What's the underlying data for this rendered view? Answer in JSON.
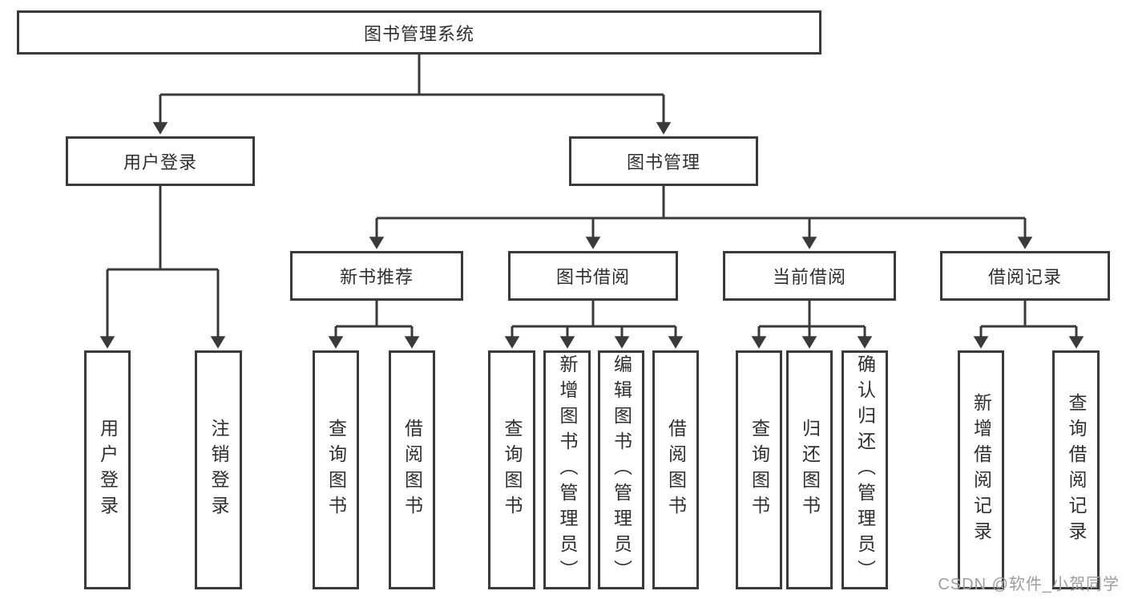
{
  "diagram": {
    "type": "tree",
    "title": "图书管理系统",
    "root": {
      "label": "图书管理系统"
    },
    "level2": [
      {
        "label": "用户登录"
      },
      {
        "label": "图书管理"
      }
    ],
    "level3": [
      {
        "label": "新书推荐"
      },
      {
        "label": "图书借阅"
      },
      {
        "label": "当前借阅"
      },
      {
        "label": "借阅记录"
      }
    ],
    "leaves": {
      "user_login": [
        {
          "label": "用户登录"
        },
        {
          "label": "注销登录"
        }
      ],
      "new_book": [
        {
          "label": "查询图书"
        },
        {
          "label": "借阅图书"
        }
      ],
      "book_borrow": [
        {
          "label": "查询图书"
        },
        {
          "label": "新增图书（管理员）"
        },
        {
          "label": "编辑图书（管理员）"
        },
        {
          "label": "借阅图书"
        }
      ],
      "current_borrow": [
        {
          "label": "查询图书"
        },
        {
          "label": "归还图书"
        },
        {
          "label": "确认归还（管理员）"
        }
      ],
      "borrow_records": [
        {
          "label": "新增借阅记录"
        },
        {
          "label": "查询借阅记录"
        }
      ]
    }
  },
  "watermark": {
    "text": "CSDN @软件_小贺同学"
  },
  "colors": {
    "line": "#3a3a3a",
    "text": "#2f2f2f",
    "watermark": "#9e9e9e",
    "background": "#ffffff"
  }
}
